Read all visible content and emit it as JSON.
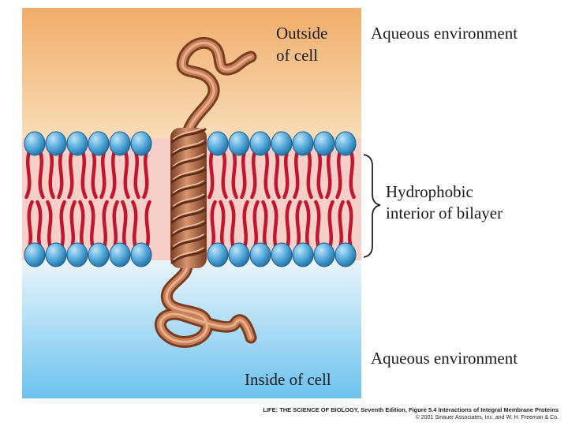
{
  "labels": {
    "outside_cell": "Outside of cell",
    "outside_cell_line1": "Outside",
    "outside_cell_line2": "of cell",
    "aqueous_top": "Aqueous environment",
    "hydrophobic_line1": "Hydrophobic",
    "hydrophobic_line2": "interior of bilayer",
    "aqueous_bottom": "Aqueous environment",
    "inside_cell": "Inside of cell"
  },
  "credit": {
    "line1": "LIFE: THE SCIENCE OF BIOLOGY, Seventh Edition, Figure 5.4 Interactions of Integral Membrane Proteins",
    "line2": "© 2001 Sinauer Associates, Inc. and W. H. Freeman & Co."
  },
  "colors": {
    "outside_fluid_top": "#f0ad6a",
    "outside_fluid_bottom": "#f8ddb8",
    "inside_fluid_top": "#eaf5fb",
    "inside_fluid_bottom": "#6cc2ee",
    "bilayer_interior": "#f6cfc9",
    "phospholipid_head": "#4a9fd3",
    "fatty_acid_tail": "#c0172e",
    "protein": "#b36a45"
  }
}
